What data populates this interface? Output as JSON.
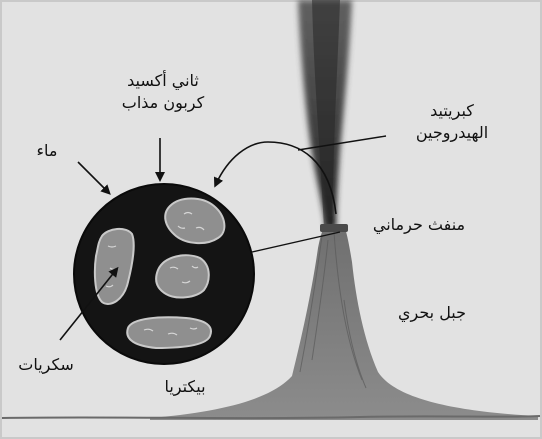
{
  "labels": {
    "co2_line1": "ثاني أكسيد",
    "co2_line2": "كربون مذاب",
    "water": "ماء",
    "h2s_line1": "كبريتيد",
    "h2s_line2": "الهيدروجين",
    "vent": "منفث حرماني",
    "seamount": "جبل بحري",
    "sugars": "سكريات",
    "bacteria": "بيكتريا"
  },
  "colors": {
    "background": "#e2e2e2",
    "frame": "#c9c9c9",
    "circle": "#141414",
    "bacterium_fill": "#8f8f8f",
    "bacterium_edge": "#c9c9c9",
    "sediment": "#7a7a7a",
    "plume": "#3a3a3a",
    "text": "#111111"
  },
  "icons": {
    "arrows": "arrow-down-icon"
  }
}
